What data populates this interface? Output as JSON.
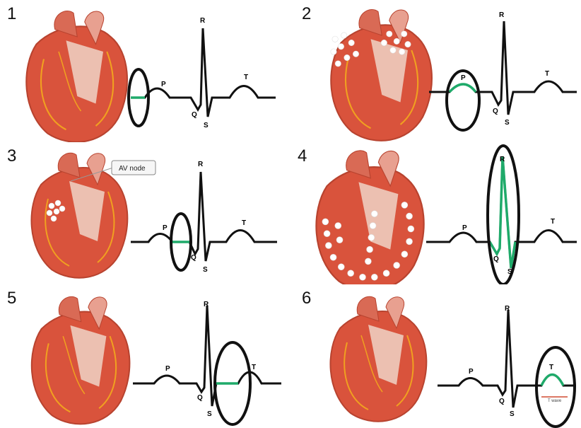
{
  "panels": [
    {
      "number": "1",
      "wave_labels": {
        "P": "P",
        "Q": "Q",
        "R": "R",
        "S": "S",
        "T": "T"
      },
      "highlighted_segment": "baseline before P wave"
    },
    {
      "number": "2",
      "wave_labels": {
        "P": "P",
        "Q": "Q",
        "R": "R",
        "S": "S",
        "T": "T"
      },
      "highlighted_segment": "P wave"
    },
    {
      "number": "3",
      "wave_labels": {
        "P": "P",
        "Q": "Q",
        "R": "R",
        "S": "S",
        "T": "T"
      },
      "callout": "AV node",
      "highlighted_segment": "PR segment"
    },
    {
      "number": "4",
      "wave_labels": {
        "P": "P",
        "Q": "Q",
        "R": "R",
        "S": "S",
        "T": "T"
      },
      "highlighted_segment": "QRS complex"
    },
    {
      "number": "5",
      "wave_labels": {
        "P": "P",
        "Q": "Q",
        "R": "R",
        "S": "S",
        "T": "T"
      },
      "highlighted_segment": "ST segment"
    },
    {
      "number": "6",
      "wave_labels": {
        "P": "P",
        "Q": "Q",
        "R": "R",
        "S": "S",
        "T": "T"
      },
      "t_wave_note": "T wave",
      "highlighted_segment": "T wave"
    }
  ],
  "colors": {
    "heart_muscle": "#d9533c",
    "heart_dark": "#b8432f",
    "conduction_path": "#f0a020",
    "highlight": "#1faa6a",
    "ellipse": "#111111",
    "ecg_line": "#111111",
    "t_wave_marker": "#d04a30"
  }
}
